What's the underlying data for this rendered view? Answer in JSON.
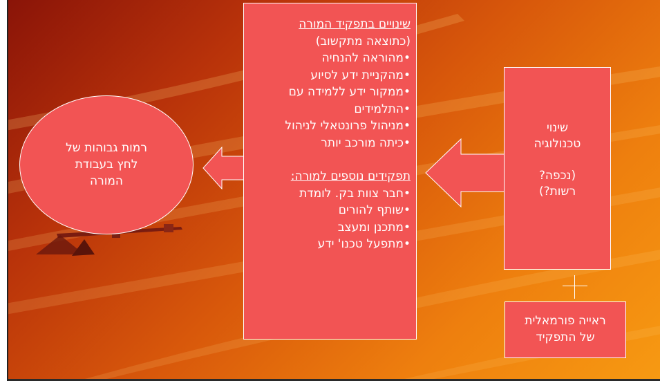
{
  "center_box": {
    "title": "שינויים בתפקיד המורה",
    "subtitle": "(כתוצאה מתקשוב)",
    "items": [
      "•מהוראה להנחיה",
      "•מהקניית ידע לסיוע",
      "•ממקור ידע ללמידה עם",
      "•התלמידים",
      "•מניהול פרונטאלי לניהול",
      "•כיתה מורכב יותר"
    ],
    "roles_title": "תפקידים נוספים למורה:",
    "roles": [
      "•חבר צוות בק. לומדת",
      "•שותף להורים",
      "•מתכנן ומעצב",
      "•מתפעל טכנו' ידע"
    ]
  },
  "tech_box": {
    "lines": [
      "שינוי",
      "טכנולוגיה",
      "",
      "(נכפה?",
      "רשות?)"
    ]
  },
  "formal_box": {
    "lines": [
      "ראייה פורמאלית",
      "של התפקיד"
    ]
  },
  "ellipse": {
    "lines": [
      "רמות גבוהות של",
      "לחץ בעבודת",
      "המורה"
    ]
  },
  "colors": {
    "box_fill": "#f25454",
    "box_border": "#ffffff",
    "background_dark": "#8a1408",
    "background_light": "#f79a12"
  }
}
